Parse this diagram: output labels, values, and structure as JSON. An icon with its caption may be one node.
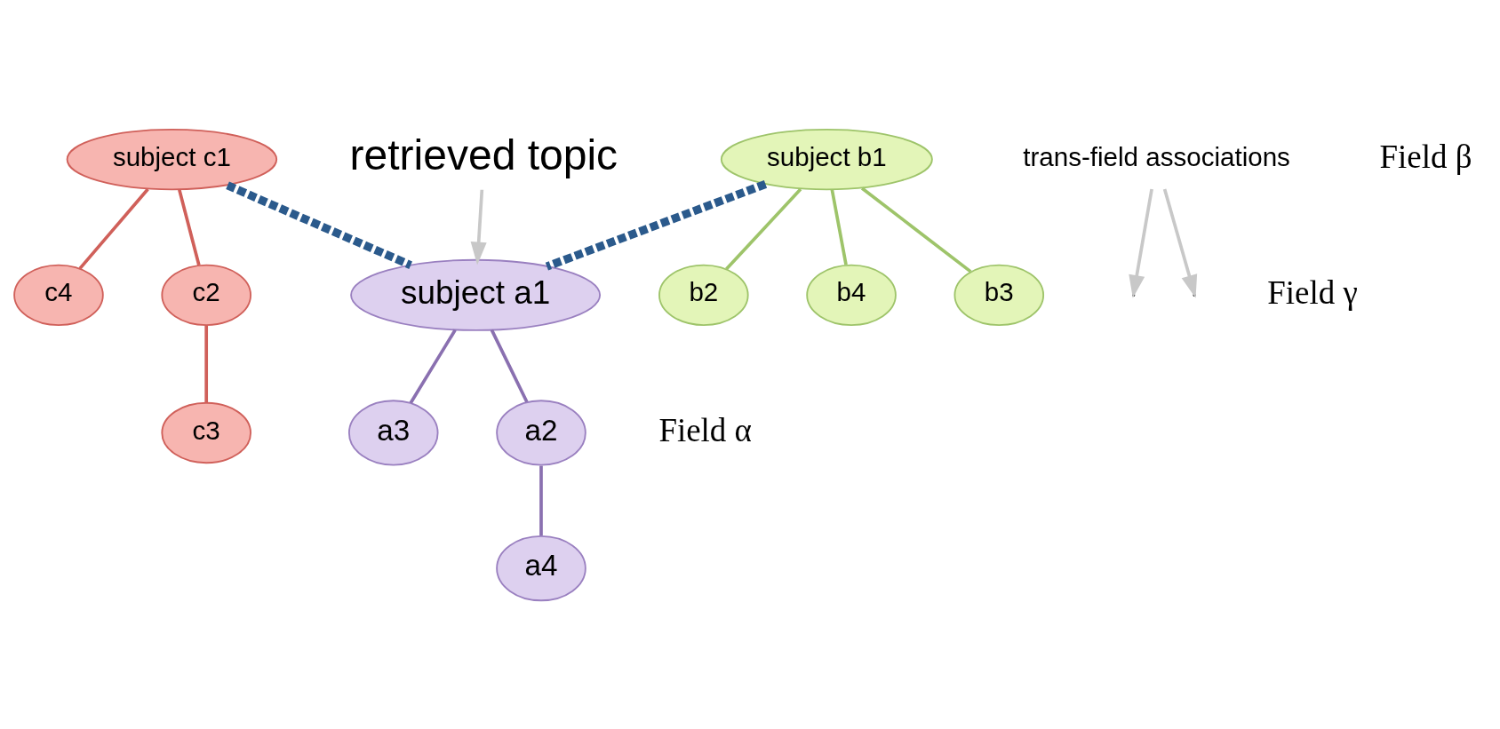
{
  "diagram": {
    "nodes": [
      {
        "text": [
          "subject c1"
        ]
      },
      {
        "text": [
          "c4"
        ]
      },
      {
        "text": [
          "c2"
        ]
      },
      {
        "text": [
          "c3"
        ]
      },
      {
        "text": [
          "trans-field associations"
        ]
      },
      {
        "text": [
          "subject b1"
        ]
      },
      {
        "text": [
          "b2"
        ]
      },
      {
        "text": [
          "b4"
        ]
      },
      {
        "text": [
          "b3"
        ]
      },
      {
        "text": [
          "subject a1"
        ]
      },
      {
        "text": [
          "retrieved topic"
        ]
      },
      {
        "text": [
          "a3"
        ]
      },
      {
        "text": [
          "a2"
        ]
      },
      {
        "text": [
          "a4"
        ]
      }
    ],
    "edges": [
      {
        "from": 0,
        "to": 1,
        "arrow": "none",
        "color": "#d0605a"
      },
      {
        "from": 0,
        "to": 2,
        "arrow": "none",
        "color": "#d0605a"
      },
      {
        "from": 2,
        "to": 3,
        "arrow": "none",
        "color": "#d0605a"
      },
      {
        "from": 0,
        "to": 9,
        "arrow": "none",
        "style": "dashed",
        "color": "#2b5a8c"
      },
      {
        "from": 5,
        "to": 9,
        "arrow": "none",
        "style": "dashed",
        "color": "#2b5a8c"
      },
      {
        "from": 4,
        "to": null,
        "arrow": "to",
        "color": "#c8c8c8"
      },
      {
        "from": 4,
        "to": null,
        "arrow": "to",
        "color": "#c8c8c8"
      },
      {
        "from": 5,
        "to": 6,
        "arrow": "none",
        "color": "#9ec46a"
      },
      {
        "from": 5,
        "to": 7,
        "arrow": "none",
        "color": "#9ec46a"
      },
      {
        "from": 5,
        "to": 8,
        "arrow": "none",
        "color": "#9ec46a"
      },
      {
        "from": 10,
        "to": 9,
        "arrow": "to",
        "color": "#c8c8c8"
      },
      {
        "from": 9,
        "to": 11,
        "arrow": "none",
        "color": "#8a70b0"
      },
      {
        "from": 9,
        "to": 12,
        "arrow": "none",
        "color": "#8a70b0"
      },
      {
        "from": 12,
        "to": 13,
        "arrow": "none",
        "color": "#8a70b0"
      }
    ],
    "labels": [
      "Field γ",
      "Field β",
      "Field α"
    ]
  }
}
